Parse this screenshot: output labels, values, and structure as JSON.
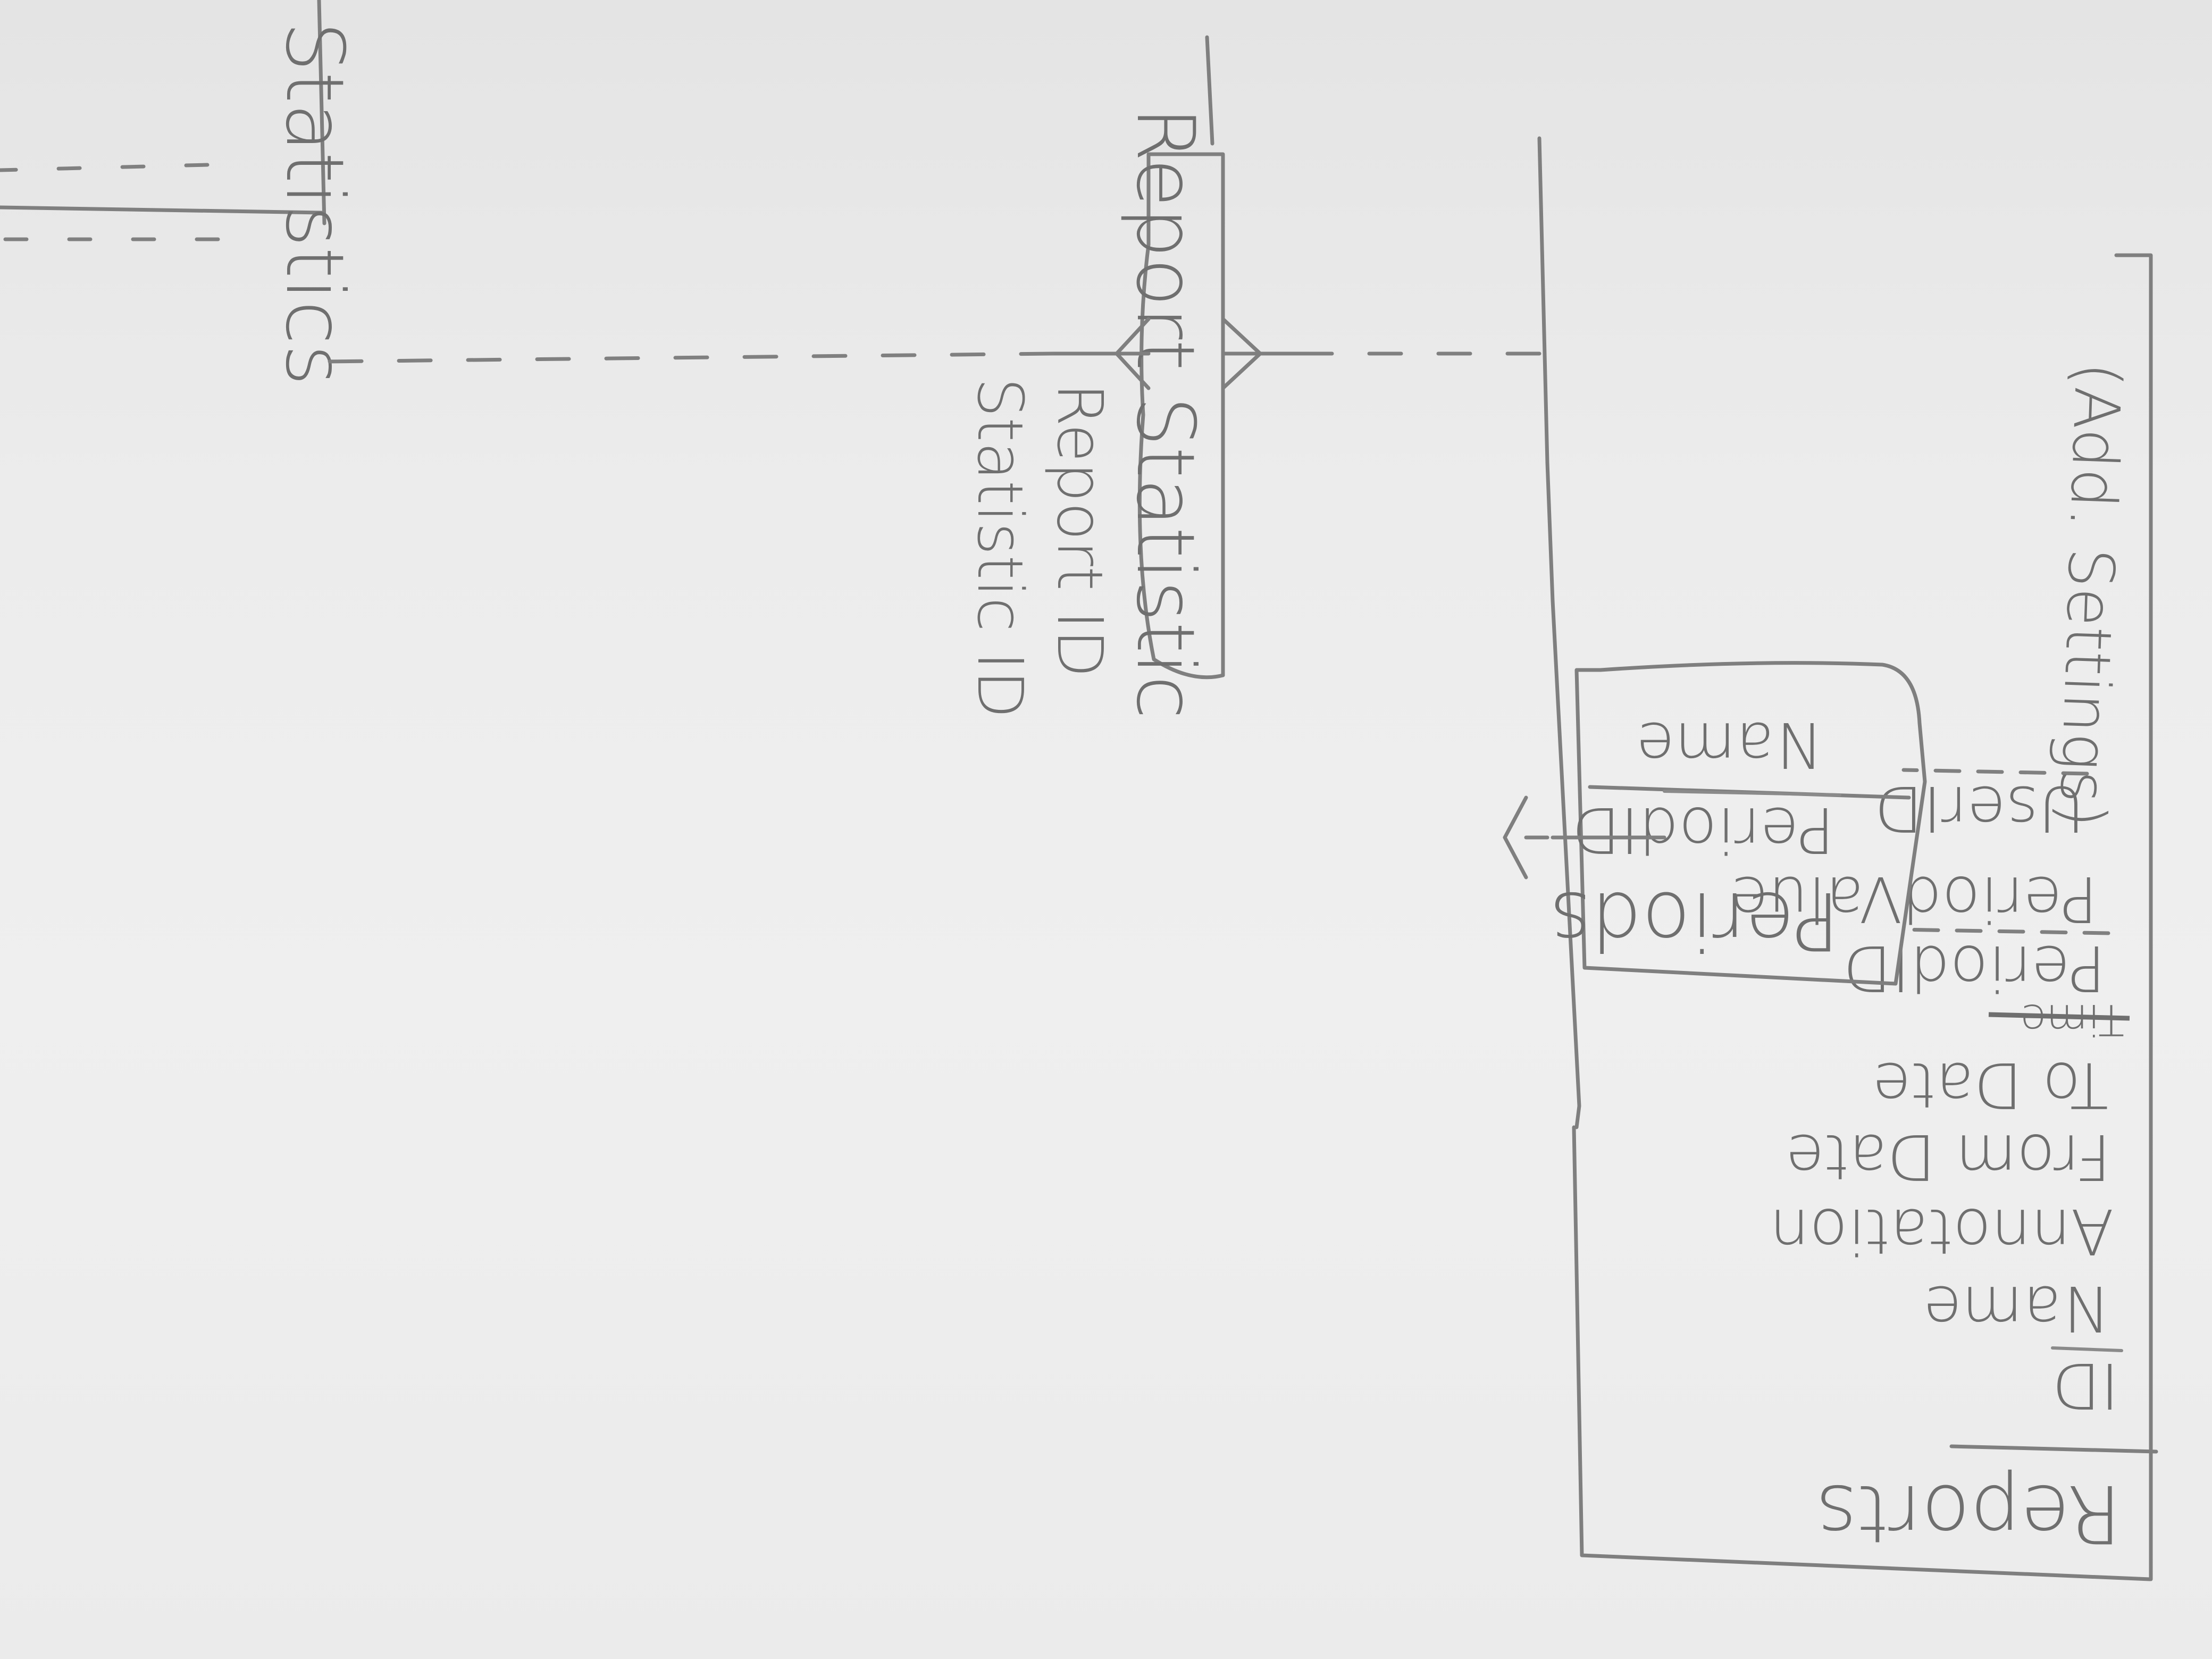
{
  "entities": {
    "reports": {
      "title": "Reports",
      "attributes": [
        "ID",
        "Name",
        "Annotation",
        "From Date",
        "To Date",
        "Time",
        "PeriodID",
        "PeriodValue",
        "UserID",
        "(Add. Settings)"
      ]
    },
    "periods": {
      "title": "Periods",
      "attributes": [
        "PeriodID",
        "Name"
      ]
    },
    "report_statistic": {
      "title": "Report Statistic",
      "attributes": [
        "Report ID",
        "Statistic ID"
      ]
    },
    "statistics": {
      "title": "Statistics"
    }
  }
}
